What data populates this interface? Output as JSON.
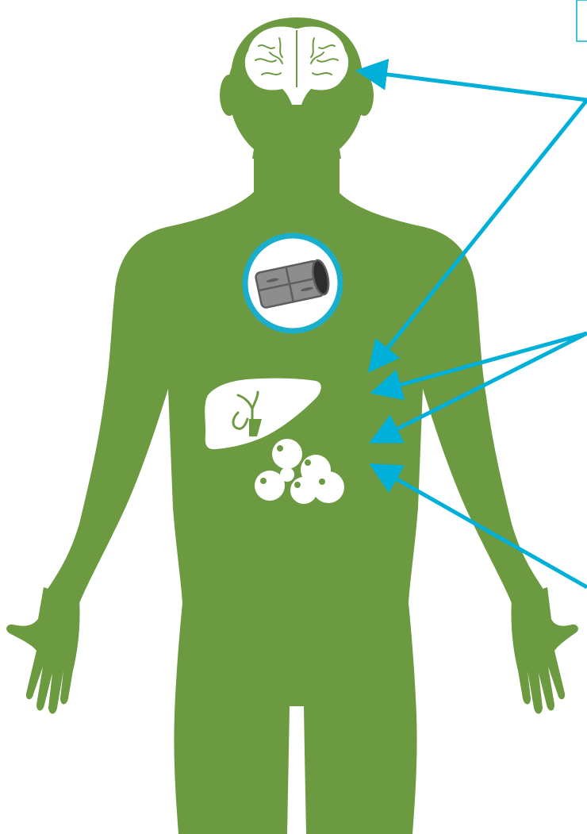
{
  "diagram": {
    "colors": {
      "body": "#6b9a40",
      "arrow": "#00b0d8",
      "organ": "#ffffff",
      "vessel_dark": "#5e5e5e",
      "vessel_mid": "#8d8d8d",
      "ring": "#1aaecd"
    },
    "organs": [
      {
        "key": "brain",
        "icon": "brain-icon"
      },
      {
        "key": "blood-vessel",
        "icon": "blood-vessel-icon"
      },
      {
        "key": "liver",
        "icon": "liver-icon"
      },
      {
        "key": "fat-cells",
        "icon": "fat-cells-icon"
      }
    ],
    "arrows": [
      {
        "group": "top",
        "targets": [
          "brain",
          "liver"
        ]
      },
      {
        "group": "middle",
        "targets": [
          "liver",
          "fat-cells"
        ]
      },
      {
        "group": "bottom",
        "targets": [
          "fat-cells"
        ]
      }
    ],
    "legend_box": {
      "text": ""
    }
  }
}
